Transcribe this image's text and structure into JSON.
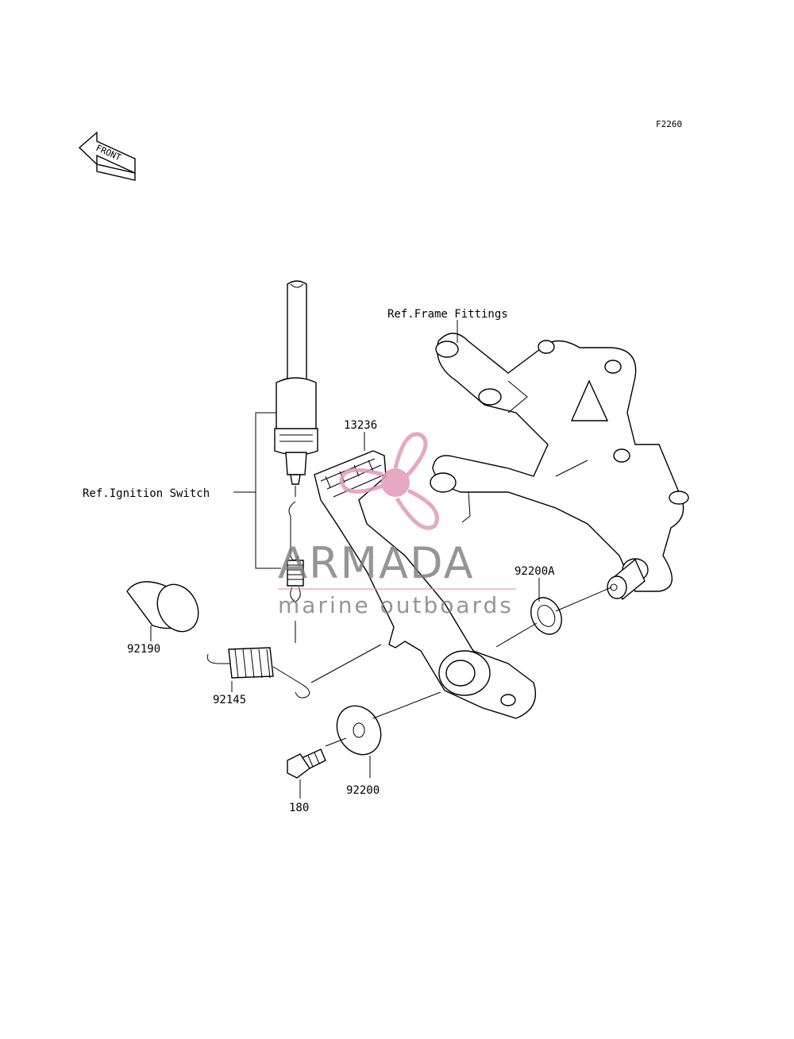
{
  "diagram": {
    "code": "F2260",
    "front_label": "FRONT",
    "ref_frame": "Ref.Frame Fittings",
    "ref_ignition": "Ref.Ignition Switch",
    "parts": {
      "p13236": "13236",
      "p92200A": "92200A",
      "p92190": "92190",
      "p92145": "92145",
      "p92200": "92200",
      "p180": "180"
    }
  },
  "watermark": {
    "brand": "ARMADA",
    "tagline": "marine outboards",
    "brand_color": "#7a7a7a",
    "accent_color": "#e29ab8"
  }
}
